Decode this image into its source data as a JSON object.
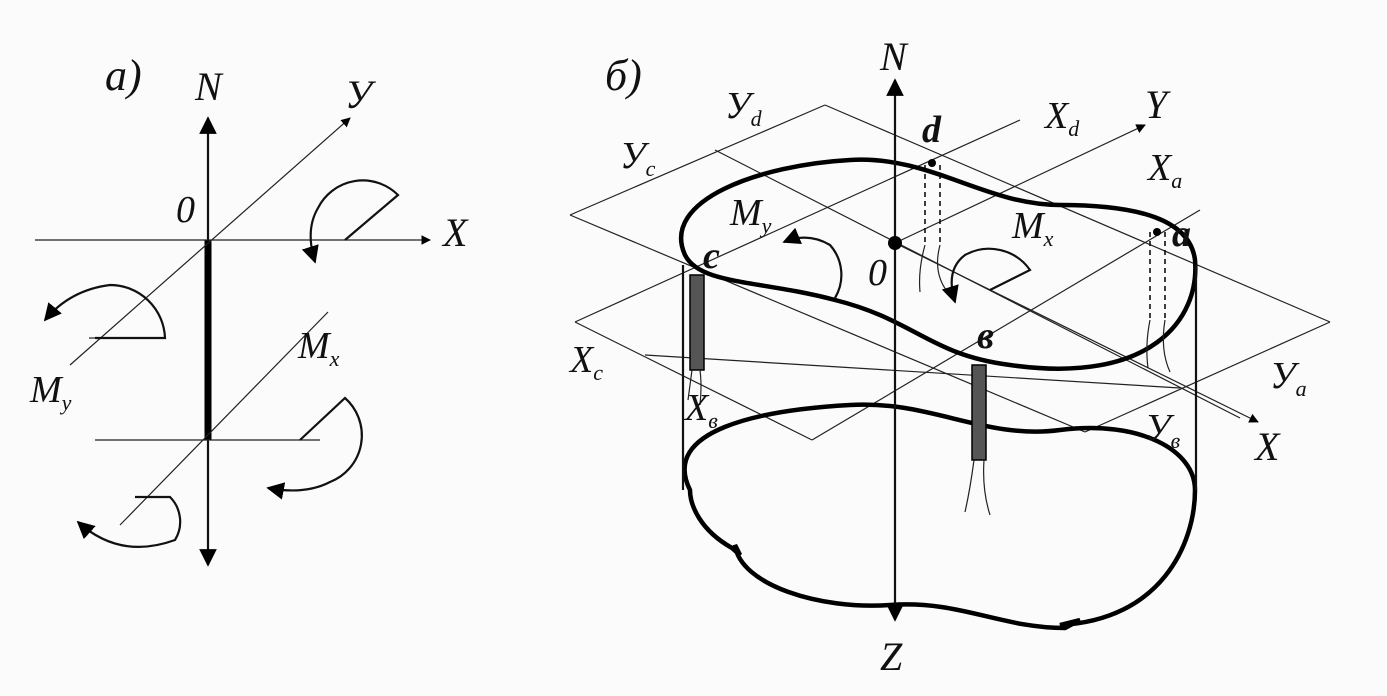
{
  "panels": {
    "a": {
      "label": "а)",
      "axis_n": "N",
      "axis_x": "X",
      "axis_y": "У",
      "origin": "0",
      "mx": "M",
      "mx_sub": "x",
      "my": "M",
      "my_sub": "y"
    },
    "b": {
      "label": "б)",
      "axis_n": "N",
      "axis_z": "Z",
      "axis_x": "X",
      "axis_y": "Y",
      "origin": "0",
      "mx": "M",
      "mx_sub": "x",
      "my": "M",
      "my_sub": "y",
      "points": [
        "d",
        "a",
        "c",
        "в"
      ],
      "coord_labels": {
        "yd": {
          "main": "У",
          "sub": "d"
        },
        "xd": {
          "main": "X",
          "sub": "d"
        },
        "yc": {
          "main": "У",
          "sub": "c"
        },
        "xa": {
          "main": "X",
          "sub": "a"
        },
        "xc": {
          "main": "X",
          "sub": "c"
        },
        "xv": {
          "main": "X",
          "sub": "в"
        },
        "ya": {
          "main": "У",
          "sub": "a"
        },
        "yv": {
          "main": "У",
          "sub": "в"
        }
      }
    }
  }
}
